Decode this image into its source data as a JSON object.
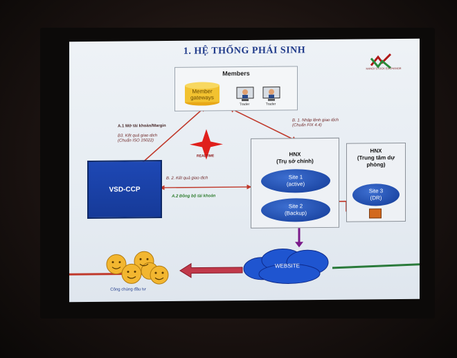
{
  "slide": {
    "title": "1. HỆ THỐNG PHÁI SINH",
    "logo_text": "HANOI STOCK EXCHANGE"
  },
  "members": {
    "title": "Members",
    "gateway_label_line1": "Member",
    "gateway_label_line2": "gateways",
    "terminals": [
      "Trader",
      "Trader"
    ]
  },
  "hnx_main": {
    "title_line1": "HNX",
    "title_line2": "(Trụ sở chính)",
    "site1_line1": "Site 1",
    "site1_line2": "(active)",
    "site2_line1": "Site 2",
    "site2_line2": "(Backup)"
  },
  "hnx_dr": {
    "title_line1": "HNX",
    "title_line2": "(Trung tâm dự",
    "title_line3": "phòng)",
    "site3_line1": "Site 3",
    "site3_line2": "(DR)"
  },
  "vsd": {
    "label": "VSD-CCP"
  },
  "realtime": {
    "label": "REALTIME"
  },
  "flows": {
    "a1": "A.1 Mở tài khoản/Margin",
    "b3_line1": "B3. Kết quả giao dịch",
    "b3_line2": "(Chuẩn ISO 15022)",
    "b1_line1": "B. 1. Nhập lệnh giao dịch",
    "b1_line2": "(Chuẩn FIX 4.4)",
    "b2": "B. 2. Kết quả giao dịch",
    "a2": "A.2 Đồng bộ tài khoản"
  },
  "website": {
    "label": "WEBSITE"
  },
  "public": {
    "label": "Công chúng đầu tư"
  },
  "colors": {
    "title": "#1f3a8a",
    "site_blue": "#1f4aa8",
    "vsd_blue": "#1a42a8",
    "arrow_red": "#c0392b",
    "star_red": "#e0201c",
    "gateway_yellow": "#f2c230",
    "dr_orange": "#d2691e"
  }
}
